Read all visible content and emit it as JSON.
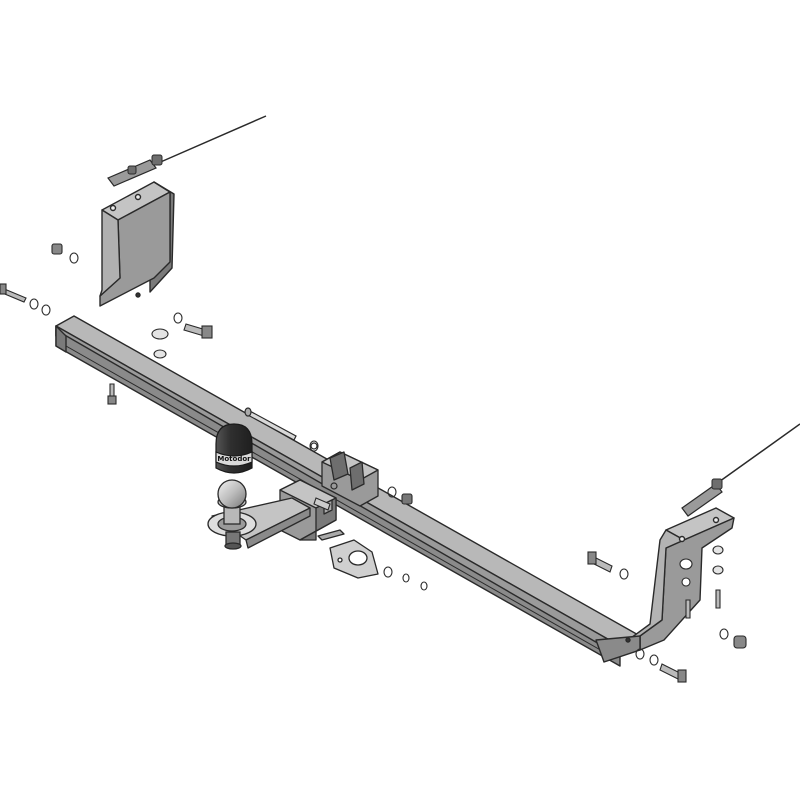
{
  "diagram": {
    "type": "exploded-view",
    "subject": "tow-bar-assembly",
    "parts": [
      {
        "name": "main-crossbar"
      },
      {
        "name": "left-mounting-bracket"
      },
      {
        "name": "right-mounting-bracket"
      },
      {
        "name": "left-stabilizer-rod"
      },
      {
        "name": "right-stabilizer-rod"
      },
      {
        "name": "center-receiver"
      },
      {
        "name": "tow-ball"
      },
      {
        "name": "tow-ball-cover"
      },
      {
        "name": "electrical-socket-plate"
      },
      {
        "name": "long-pin"
      },
      {
        "name": "bolts-nuts-washers"
      }
    ],
    "ball_cover_brand": "Motodor",
    "colors": {
      "metal_light": "#c4c4c4",
      "metal_mid": "#9a9a9a",
      "metal_dark": "#6e6e6e",
      "outline": "#2a2a2a",
      "cover_dark": "#3a3a3a"
    }
  }
}
